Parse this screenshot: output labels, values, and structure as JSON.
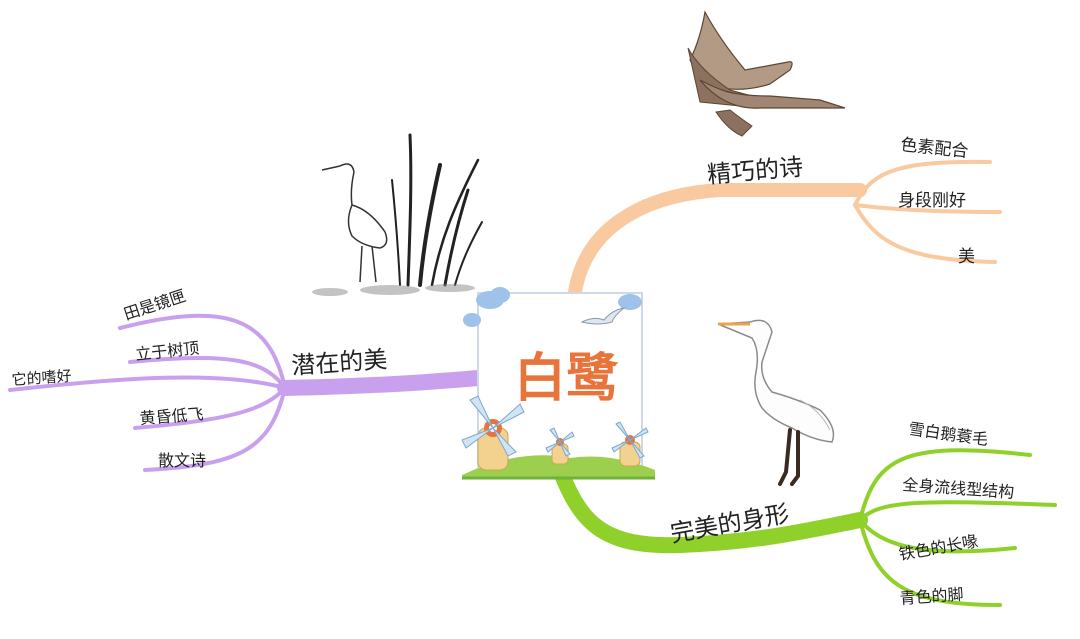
{
  "center": {
    "title": "白鹭"
  },
  "branches": {
    "poem": {
      "label": "精巧的诗",
      "color": "#f9c9a0",
      "leaves": [
        "色素配合",
        "身段刚好",
        "美"
      ]
    },
    "hidden": {
      "label": "潜在的美",
      "color": "#c9a0ee",
      "leaves": [
        "田是镜匣",
        "立于树顶",
        "它的嗜好",
        "黄昏低飞",
        "散文诗"
      ]
    },
    "body": {
      "label": "完美的身形",
      "color": "#8fd02a",
      "leaves": [
        "雪白鹅蓑毛",
        "全身流线型结构",
        "铁色的长喙",
        "青色的脚"
      ]
    }
  },
  "center_title_color": "#e8743b",
  "illustrations": [
    "egret-ink-icon",
    "flying-geese-icon",
    "white-egret-icon",
    "windmill-icon"
  ]
}
